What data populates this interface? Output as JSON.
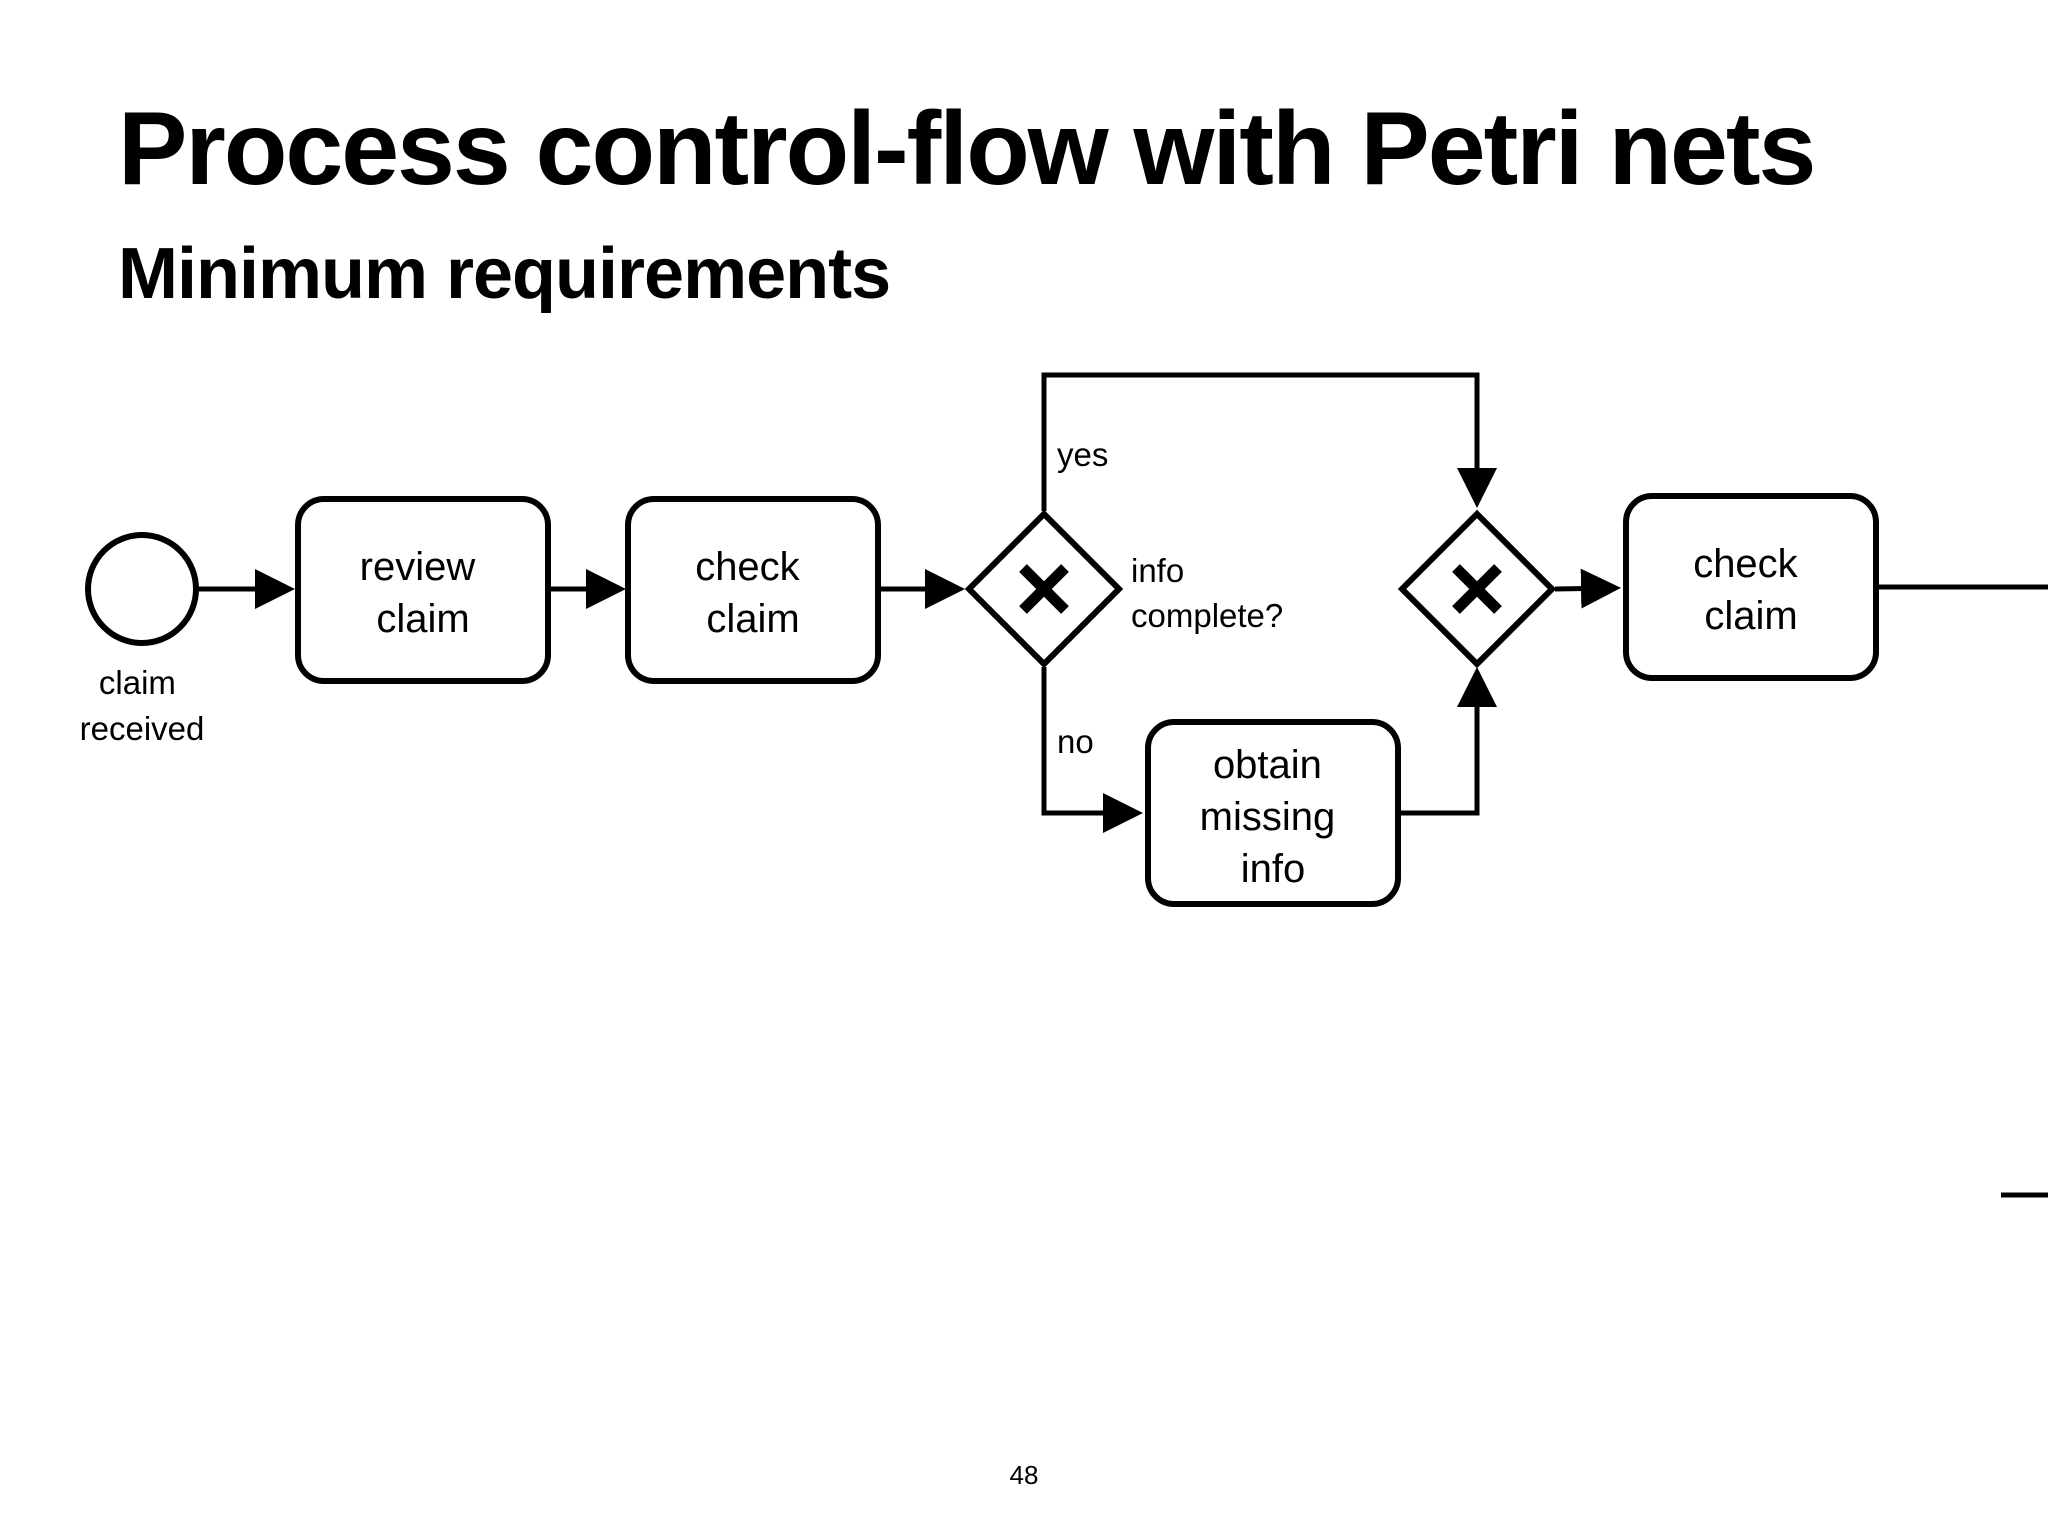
{
  "slide": {
    "title": "Process control-flow with Petri nets",
    "subtitle": "Minimum requirements",
    "page_number": "48"
  },
  "diagram": {
    "start_event": {
      "label": [
        "claim",
        "received"
      ]
    },
    "tasks": {
      "review_claim": [
        "review",
        "claim"
      ],
      "check_claim_1": [
        "check",
        "claim"
      ],
      "obtain_missing_info": [
        "obtain",
        "missing",
        "info"
      ],
      "check_claim_2": [
        "check",
        "claim"
      ]
    },
    "split_gateway": {
      "question": [
        "info",
        "complete?"
      ]
    },
    "branches": {
      "yes": "yes",
      "no": "no"
    },
    "gateway_type": "exclusive-x",
    "colors": {
      "stroke": "#000000",
      "background": "#ffffff"
    }
  }
}
